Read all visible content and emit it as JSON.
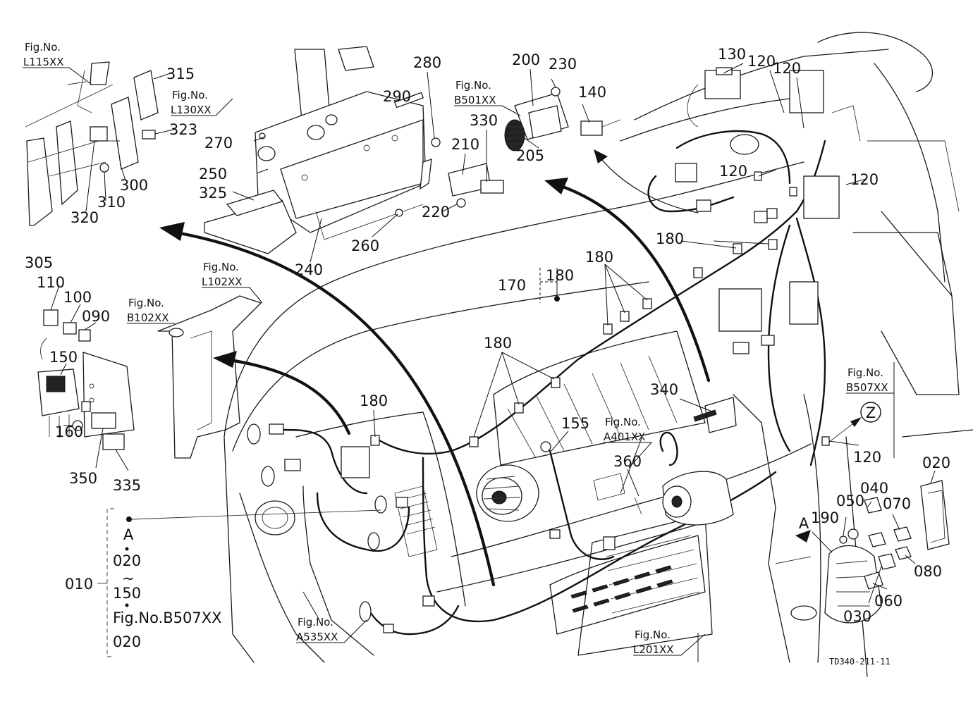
{
  "drawing_id": "TD340-211-11",
  "fig_refs": [
    {
      "key": "l115",
      "line1": "Fig.No.",
      "line2": "L115XX"
    },
    {
      "key": "l130",
      "line1": "Fig.No.",
      "line2": "L130XX"
    },
    {
      "key": "b501",
      "line1": "Fig.No.",
      "line2": "B501XX"
    },
    {
      "key": "l102",
      "line1": "Fig.No.",
      "line2": "L102XX"
    },
    {
      "key": "b102",
      "line1": "Fig.No.",
      "line2": "B102XX"
    },
    {
      "key": "b507",
      "line1": "Fig.No.",
      "line2": "B507XX"
    },
    {
      "key": "a401",
      "line1": "Fig.No.",
      "line2": "A401XX"
    },
    {
      "key": "a535",
      "line1": "Fig.No.",
      "line2": "A535XX"
    },
    {
      "key": "l201",
      "line1": "Fig.No.",
      "line2": "L201XX"
    }
  ],
  "callouts": [
    "315",
    "323",
    "300",
    "310",
    "320",
    "305",
    "270",
    "250",
    "325",
    "240",
    "260",
    "290",
    "280",
    "220",
    "210",
    "330",
    "200",
    "230",
    "205",
    "140",
    "130",
    "120",
    "120",
    "120",
    "120",
    "120",
    "180",
    "180",
    "180",
    "180",
    "180",
    "170",
    "110",
    "100",
    "090",
    "150",
    "160",
    "350",
    "335",
    "155",
    "340",
    "360",
    "020",
    "040",
    "050",
    "070",
    "190",
    "080",
    "030",
    "060"
  ],
  "markers": {
    "view_z": "Z",
    "view_a": "A",
    "view_a_inset": "A"
  },
  "kit": {
    "number": "010",
    "lines": [
      "A",
      "020",
      "~",
      "150",
      "Fig.No.B507XX",
      "020"
    ]
  }
}
